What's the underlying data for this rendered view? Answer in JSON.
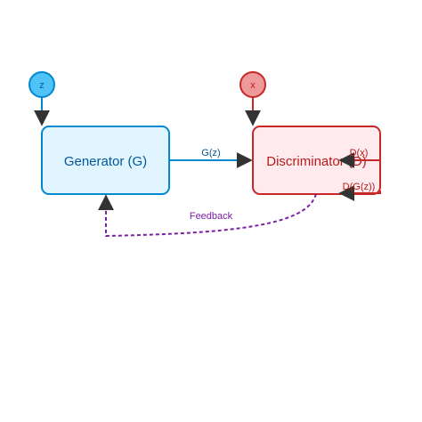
{
  "diagram": {
    "inputs": {
      "z": {
        "label": "z"
      },
      "x": {
        "label": "x"
      }
    },
    "nodes": {
      "generator": {
        "label": "Generator (G)"
      },
      "discriminator": {
        "label": "Discriminator (D)"
      }
    },
    "edges": {
      "gz": {
        "label": "G(z)"
      },
      "dx": {
        "label": "D(x)"
      },
      "dgz": {
        "label": "D(G(z))"
      },
      "feedback": {
        "label": "Feedback"
      }
    }
  },
  "colors": {
    "generator_fill": "#e1f5fe",
    "generator_stroke": "#0288d1",
    "generator_text": "#01579b",
    "discriminator_fill": "#ffebee",
    "discriminator_stroke": "#c62828",
    "discriminator_text": "#b71c1c",
    "z_fill": "#4fc3f7",
    "x_fill": "#ef9a9a",
    "gz_edge": "#01579b",
    "feedback_edge": "#7b1fa2",
    "arrowhead": "#333333"
  }
}
